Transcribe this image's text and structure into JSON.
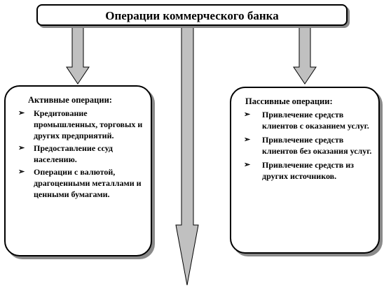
{
  "title": "Операции коммерческого банка",
  "active": {
    "heading": "Активные операции:",
    "items": [
      "Кредитование промышленных, торговых и других предприятий.",
      "Предоставление ссуд населению.",
      "Операции с валютой, драгоценными металлами и ценными бумагами."
    ]
  },
  "passive": {
    "heading": "Пассивные операции:",
    "items": [
      "Привлечение средств клиентов с оказанием услуг.",
      "Привлечение средств клиентов без оказания услуг.",
      "Привлечение средств из других источников."
    ]
  },
  "colors": {
    "arrow_fill": "#c0c0c0",
    "shadow": "#8a8a8a",
    "stroke": "#000000"
  },
  "icons": {
    "bullet": "bullet-arrow-icon"
  }
}
